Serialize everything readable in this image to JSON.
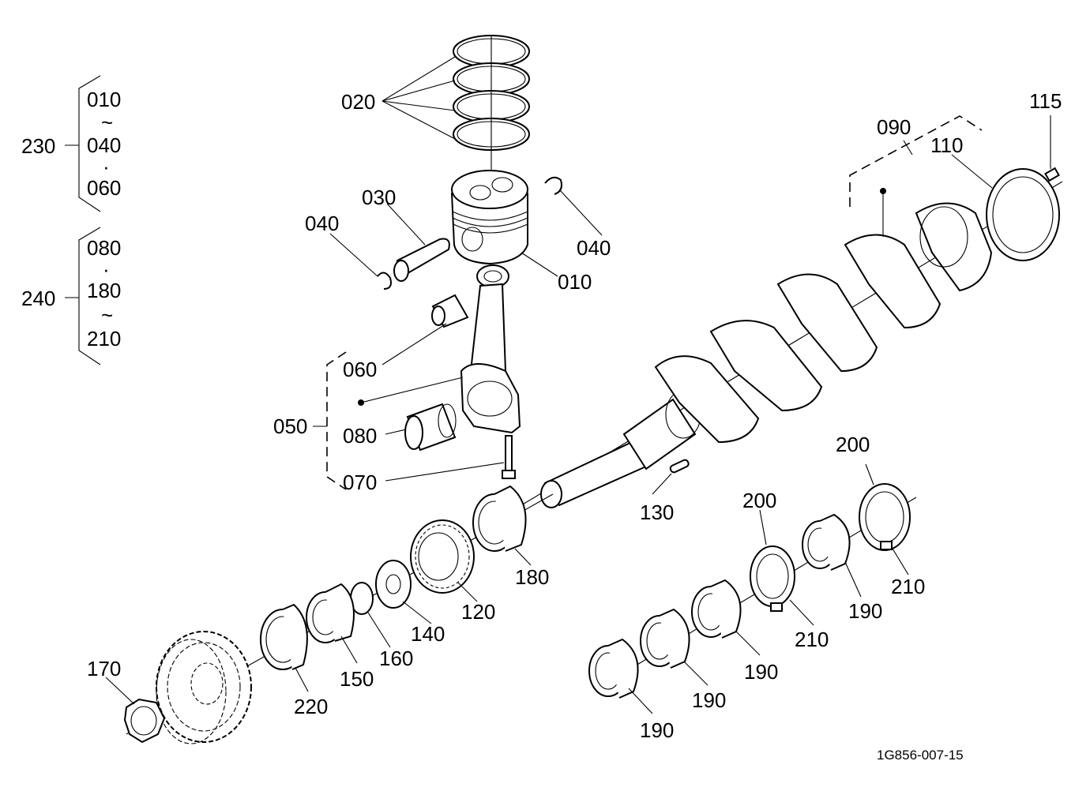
{
  "diagram": {
    "drawing_id": "1G856-007-15",
    "groups": [
      {
        "id": "230",
        "items": [
          "010",
          "~",
          "040",
          "·",
          "060"
        ]
      },
      {
        "id": "240",
        "items": [
          "080",
          "·",
          "180",
          "~",
          "210"
        ]
      }
    ],
    "labels": {
      "l020": "020",
      "l030": "030",
      "l040a": "040",
      "l040b": "040",
      "l010": "010",
      "l060": "060",
      "l050": "050",
      "l080": "080",
      "l070": "070",
      "l090": "090",
      "l110": "110",
      "l115": "115",
      "l130": "130",
      "l180": "180",
      "l120": "120",
      "l140": "140",
      "l160": "160",
      "l150": "150",
      "l220": "220",
      "l170": "170",
      "l200a": "200",
      "l200b": "200",
      "l210a": "210",
      "l210b": "210",
      "l190a": "190",
      "l190b": "190",
      "l190c": "190",
      "l190d": "190"
    }
  }
}
